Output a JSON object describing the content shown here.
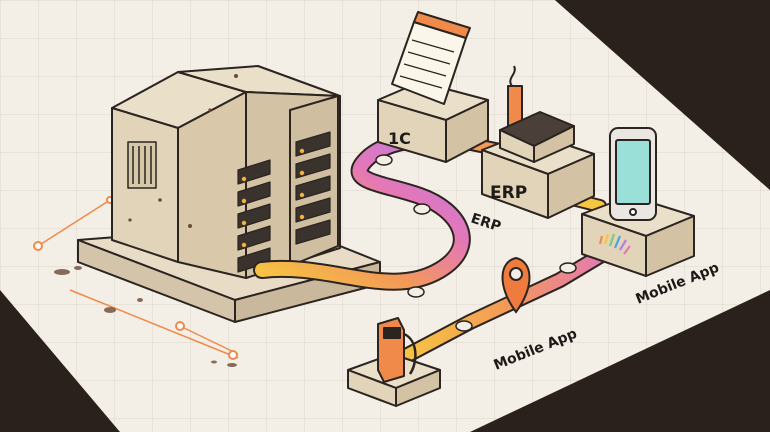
{
  "labels": {
    "box_1c": "1C",
    "box_erp": "ERP",
    "erp_caption": "ERP",
    "mobile_app_right": "Mobile App",
    "mobile_app_bottom": "Mobile App"
  },
  "colors": {
    "floor": "#f4efe6",
    "grid": "#ddd5c9",
    "block": "#e8dcc6",
    "block_side": "#d3c4aa",
    "outline": "#2b2420",
    "pipe_yellow": "#f6c642",
    "pipe_orange": "#f39a57",
    "pipe_pink": "#e477b8",
    "pipe_purple": "#b57ee8",
    "pin": "#ef7b3e",
    "accent_dot": "#f08a4b"
  },
  "icons": [
    "server-icon",
    "notepad-icon",
    "factory-icon",
    "smartphone-icon",
    "location-pin-icon",
    "fuel-pump-icon"
  ]
}
